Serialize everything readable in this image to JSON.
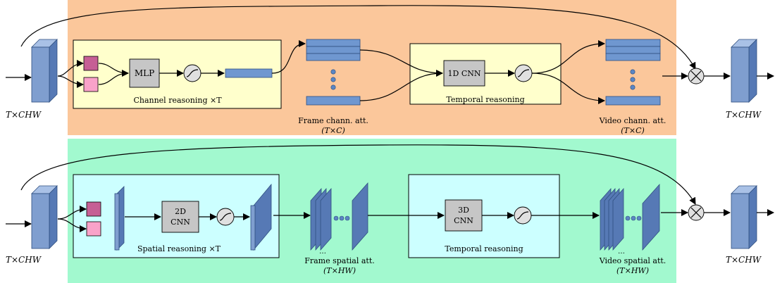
{
  "colors": {
    "channel_band": "#fbc79b",
    "spatial_band": "#a2f9cf",
    "channel_box": "#ffffcc",
    "spatial_box": "#ccffff",
    "magenta": "#c65f95",
    "pink": "#f9a2c9",
    "feature_blue": "#6f97d0"
  },
  "icons": {
    "sigmoid": "sigmoid-icon",
    "multiply": "multiply-icon"
  },
  "channel": {
    "input_label": "T×CHW",
    "output_label": "T×CHW",
    "mlp_label": "MLP",
    "reasoning_label": "Channel reasoning ×T",
    "frame_att_label": "Frame chann. att.",
    "frame_att_dim": "(T×C)",
    "cnn_label": "1D CNN",
    "temporal_label": "Temporal reasoning",
    "video_att_label": "Video chann. att.",
    "video_att_dim": "(T×C)"
  },
  "spatial": {
    "input_label": "T×CHW",
    "output_label": "T×CHW",
    "cnn2d_line1": "2D",
    "cnn2d_line2": "CNN",
    "reasoning_label": "Spatial reasoning ×T",
    "cnn3d_line1": "3D",
    "cnn3d_line2": "CNN",
    "temporal_label": "Temporal reasoning",
    "frame_att_label": "Frame spatial att.",
    "frame_att_dim": "(T×HW)",
    "video_att_label": "Video spatial att.",
    "video_att_dim": "(T×HW)",
    "ellipsis": "…"
  }
}
